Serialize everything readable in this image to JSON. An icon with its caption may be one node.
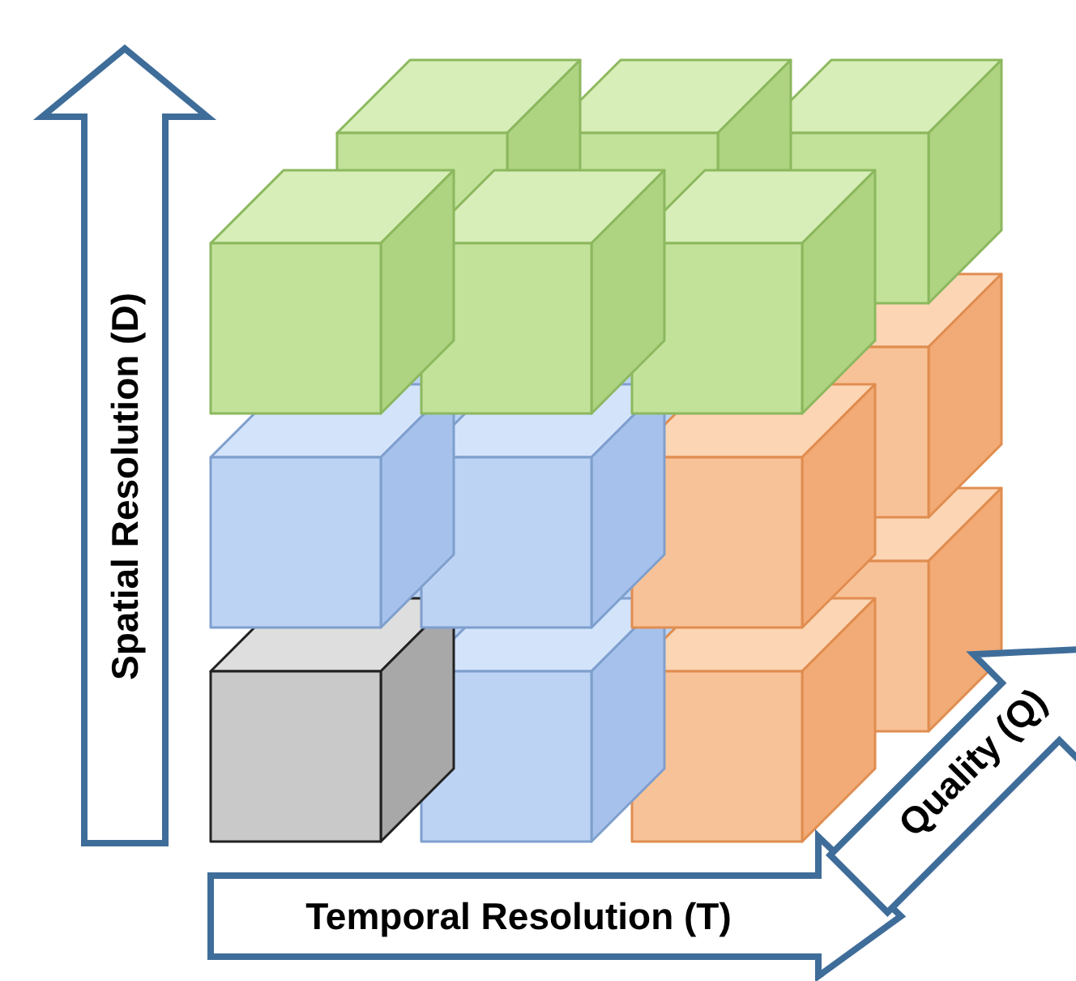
{
  "diagram": {
    "labels": [
      "Spatial Resolution (D)",
      "Temporal Resolution (T)",
      "Quality (Q)"
    ]
  }
}
